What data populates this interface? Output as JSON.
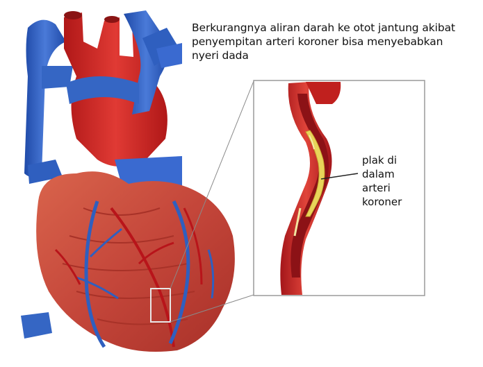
{
  "caption": {
    "line1": "Berkurangnya aliran darah ke otot jantung akibat",
    "line2": "penyempitan arteri koroner bisa menyebabkan",
    "line3": "nyeri dada"
  },
  "plaque_label": {
    "line1": "plak di",
    "line2": "dalam",
    "line3": "arteri",
    "line4": "koroner"
  },
  "colors": {
    "artery_red": "#c81e1e",
    "vein_blue": "#2f5fbf",
    "heart_muscle": "#c8503c",
    "plaque_yellow": "#e8d45a",
    "inset_border": "#9a9a9a"
  }
}
